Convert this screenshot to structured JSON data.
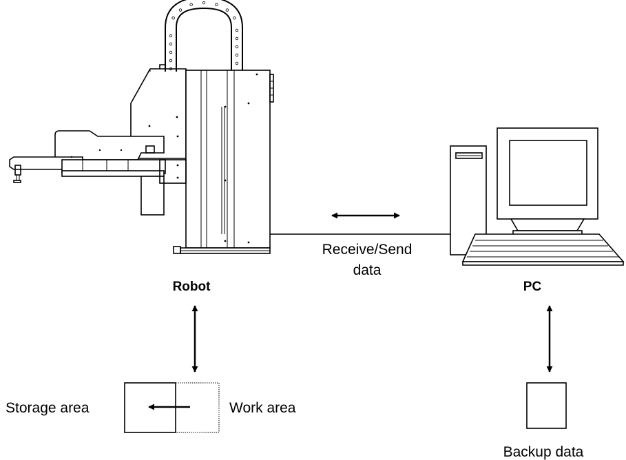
{
  "labels": {
    "robot": "Robot",
    "pc": "PC",
    "link": [
      "Receive/Send",
      "data"
    ],
    "storage_area": "Storage area",
    "work_area": "Work area",
    "backup_data": "Backup data"
  },
  "icons": [
    "robot-illustration",
    "pc-illustration",
    "bidirectional-arrow",
    "left-arrow"
  ]
}
